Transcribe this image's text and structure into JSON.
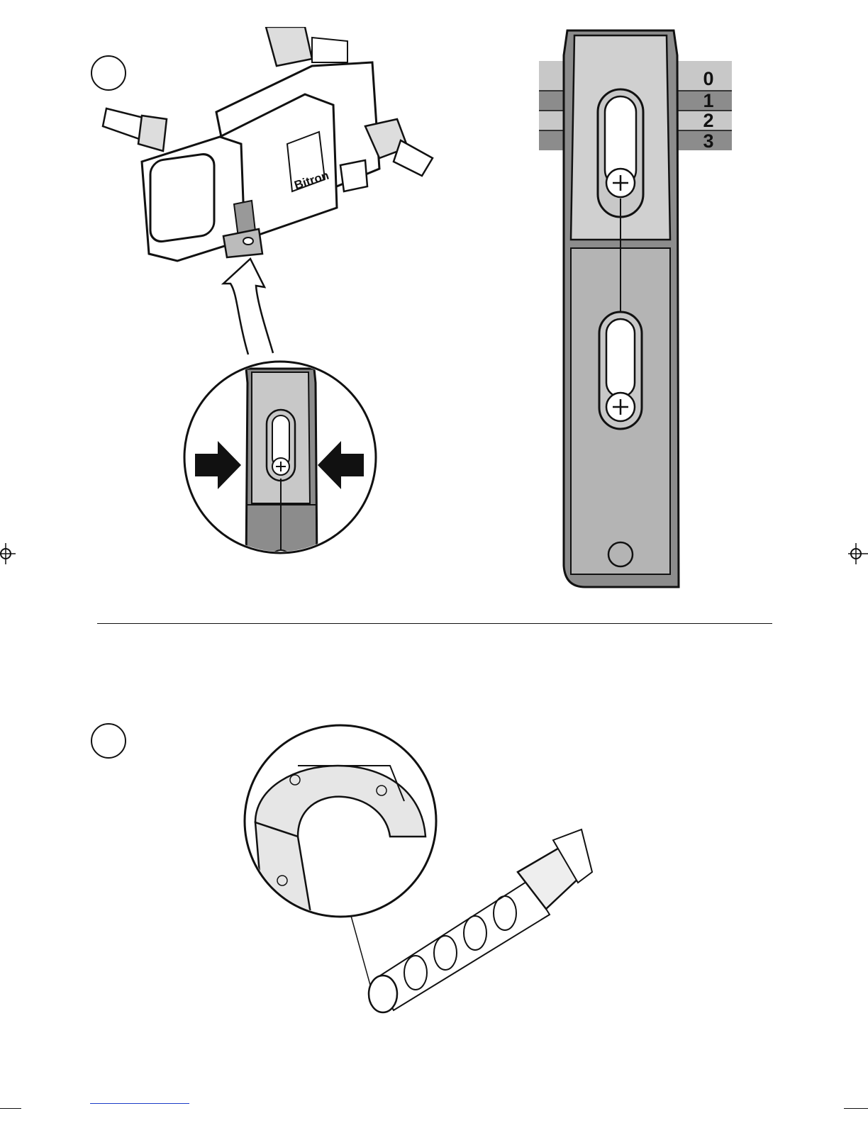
{
  "product": {
    "brand_label": "Bitron"
  },
  "steps": [
    {
      "number": ""
    },
    {
      "number": ""
    }
  ],
  "scale": {
    "labels": [
      "0",
      "1",
      "2",
      "3"
    ]
  },
  "colors": {
    "ink": "#111111",
    "mid_grey": "#8c8c8c",
    "light_grey": "#c8c8c8",
    "body_grey": "#b4b4b4"
  }
}
